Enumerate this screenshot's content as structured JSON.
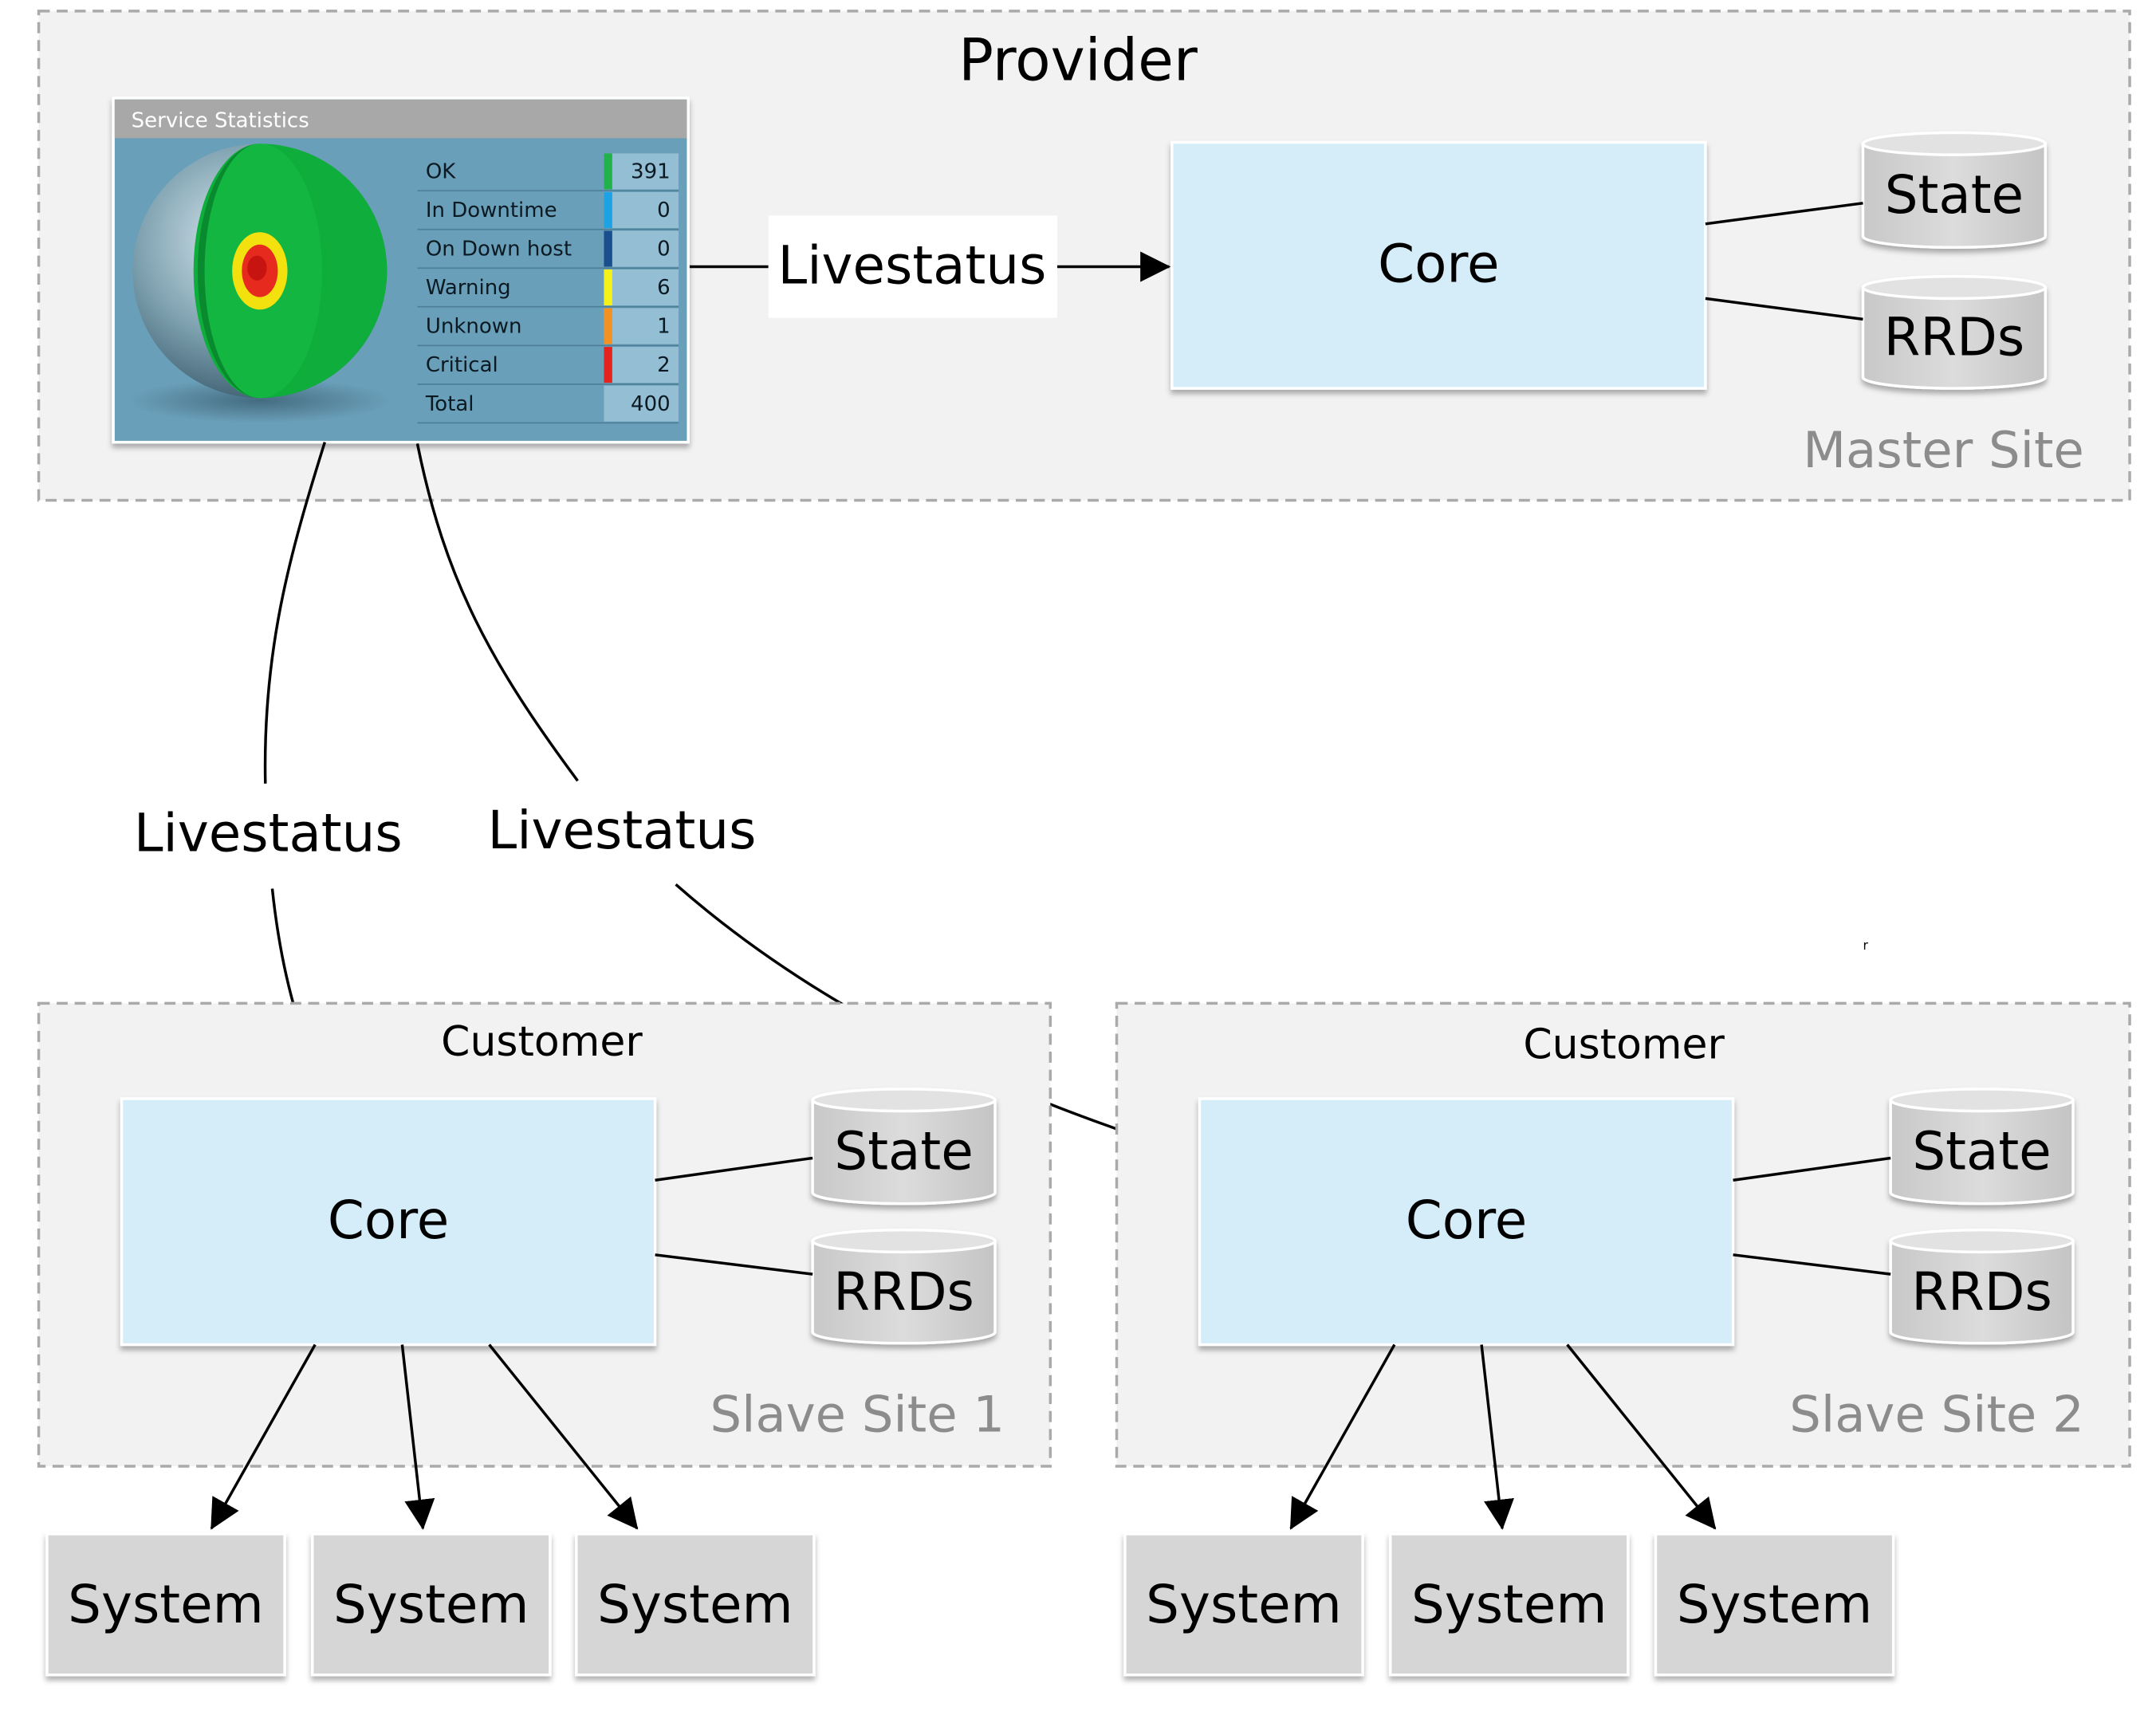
{
  "provider": {
    "title": "Provider",
    "site_label": "Master Site",
    "core_label": "Core",
    "stores": [
      "State",
      "RRDs"
    ],
    "link_label": "Livestatus"
  },
  "service_stats": {
    "title": "Service Statistics",
    "rows": [
      {
        "label": "OK",
        "value": "391",
        "color": "#22b24c"
      },
      {
        "label": "In Downtime",
        "value": "0",
        "color": "#1ea2e6"
      },
      {
        "label": "On Down host",
        "value": "0",
        "color": "#1a4f8e"
      },
      {
        "label": "Warning",
        "value": "6",
        "color": "#f5f21a"
      },
      {
        "label": "Unknown",
        "value": "1",
        "color": "#f39222"
      },
      {
        "label": "Critical",
        "value": "2",
        "color": "#e5231e"
      }
    ],
    "total": {
      "label": "Total",
      "value": "400"
    }
  },
  "connections": {
    "left_label": "Livestatus",
    "right_label": "Livestatus"
  },
  "customers": [
    {
      "title": "Customer",
      "site_label": "Slave Site 1",
      "core_label": "Core",
      "stores": [
        "State",
        "RRDs"
      ],
      "systems": [
        "System",
        "System",
        "System"
      ]
    },
    {
      "title": "Customer",
      "site_label": "Slave Site 2",
      "core_label": "Core",
      "stores": [
        "State",
        "RRDs"
      ],
      "systems": [
        "System",
        "System",
        "System"
      ]
    }
  ],
  "stray_mark": "r",
  "colors": {
    "site_bg": "#f2f2f2",
    "site_border": "#aaaaaa",
    "core_fill": "#d4edf9",
    "store_fill": "#d6d6d6",
    "system_fill": "#d6d6d6",
    "site_label": "#8c8c8c",
    "stats_bg": "#6b9fb9",
    "stats_header": "#a8a8a8"
  }
}
